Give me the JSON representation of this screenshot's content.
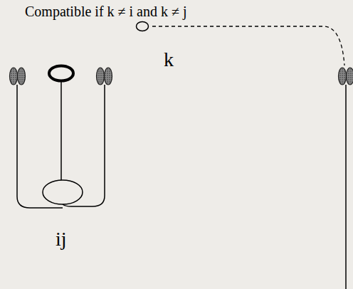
{
  "diagram": {
    "title": "Compatible if k ≠ i and k ≠ j",
    "labels": [
      "k",
      "ij"
    ]
  }
}
